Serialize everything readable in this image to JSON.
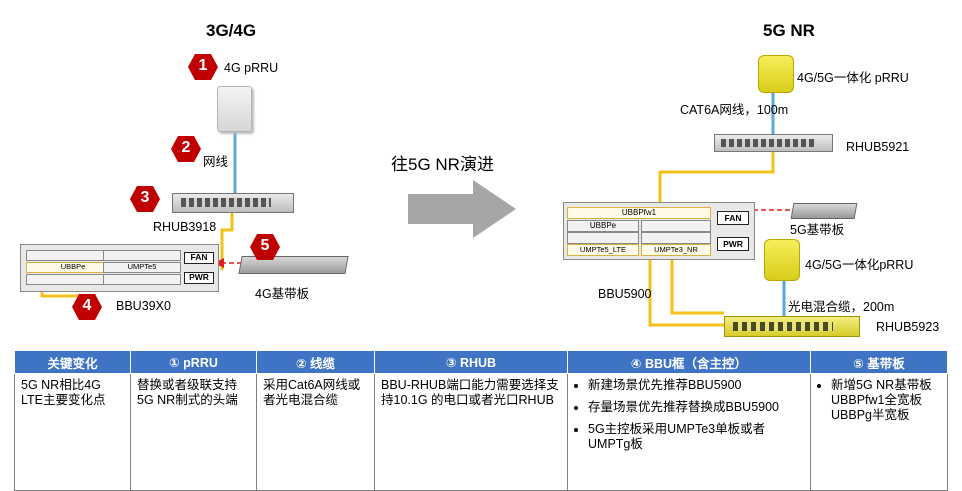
{
  "left": {
    "title": "3G/4G",
    "badges": [
      "1",
      "2",
      "3",
      "4",
      "5"
    ],
    "prru_label": "4G pRRU",
    "cable_label": "网线",
    "rhub_label": "RHUB3918",
    "bbu_label": "BBU39X0",
    "board_label": "4G基带板",
    "slots": {
      "ubbp": "UBBPe",
      "umpt": "UMPTe5",
      "fan": "FAN",
      "pwr": "PWR"
    }
  },
  "arrow_label": "往5G NR演进",
  "right": {
    "title": "5G NR",
    "prru_top_label": "4G/5G一体化 pRRU",
    "cat6a_label": "CAT6A网线，100m",
    "rhub_top_label": "RHUB5921",
    "board_label": "5G基带板",
    "prru_mid_label": "4G/5G一体化pRRU",
    "fiber_label": "光电混合缆，200m",
    "bbu_label": "BBU5900",
    "rhub_bottom_label": "RHUB5923",
    "slots": {
      "ubbpfw1": "UBBPfw1",
      "ubbpe": "UBBPe",
      "umpte5": "UMPTe5_LTE",
      "umpte3": "UMPTe3_NR",
      "fan": "FAN",
      "pwr": "PWR"
    }
  },
  "table": {
    "headers": [
      "关键变化",
      "① pRRU",
      "② 线缆",
      "③ RHUB",
      "④ BBU框（含主控）",
      "⑤ 基带板"
    ],
    "c0": "5G NR相比4G LTE主要变化点",
    "c1": "替换或者级联支持5G NR制式的头端",
    "c2": "采用Cat6A网线或者光电混合缆",
    "c3": "BBU-RHUB端口能力需要选择支持10.1G 的电口或者光口RHUB",
    "c4": [
      "新建场景优先推荐BBU5900",
      "存量场景优先推荐替换成BBU5900",
      "5G主控板采用UMPTe3单板或者UMPTg板"
    ],
    "c5": [
      "新增5G NR基带板UBBPfw1全宽板UBBPg半宽板"
    ]
  },
  "colors": {
    "badge": "#c00000",
    "header": "#3f74c4",
    "cable_yellow": "#f2c21b",
    "cable_blue": "#5aa7dc",
    "arrow": "#a6a6a6",
    "dash_red": "#e02020"
  }
}
